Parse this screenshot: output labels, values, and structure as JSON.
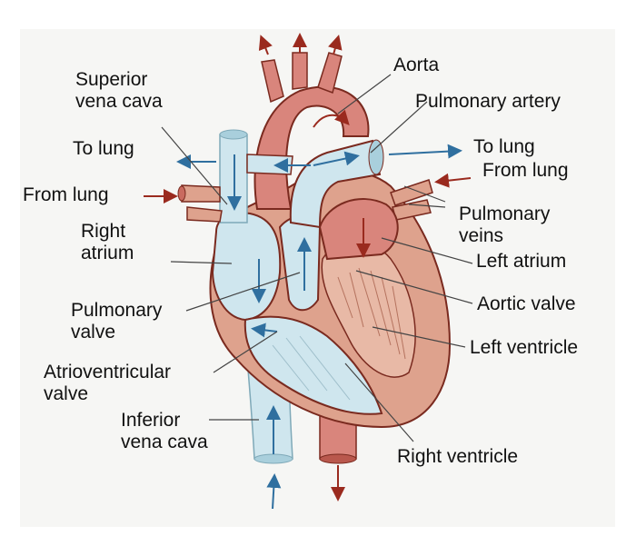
{
  "labels": {
    "superior_vena_cava": [
      "Superior",
      "vena cava"
    ],
    "aorta": "Aorta",
    "pulmonary_artery": "Pulmonary artery",
    "to_lung_left": "To lung",
    "to_lung_right": "To lung",
    "from_lung_right": "From lung",
    "from_lung_left": "From lung",
    "pulmonary_veins": [
      "Pulmonary",
      "veins"
    ],
    "right_atrium": [
      "Right",
      "atrium"
    ],
    "left_atrium": "Left atrium",
    "pulmonary_valve": [
      "Pulmonary",
      "valve"
    ],
    "aortic_valve": "Aortic valve",
    "atrioventricular_valve": [
      "Atrioventricular",
      "valve"
    ],
    "left_ventricle": "Left ventricle",
    "inferior_vena_cava": [
      "Inferior",
      "vena cava"
    ],
    "right_ventricle": "Right ventricle"
  },
  "colors": {
    "background": "#f6f6f4",
    "oxygenated": "#d9857c",
    "oxygenated_dark": "#c96a5f",
    "deoxygenated": "#cfe6ee",
    "deoxygenated_dark": "#a9cfdc",
    "muscle": "#dea28d",
    "outline": "#7a2a1f",
    "flow_arrow": "#2f6f9f",
    "red_arrow": "#9a2a1e",
    "leader_line": "#444444"
  }
}
